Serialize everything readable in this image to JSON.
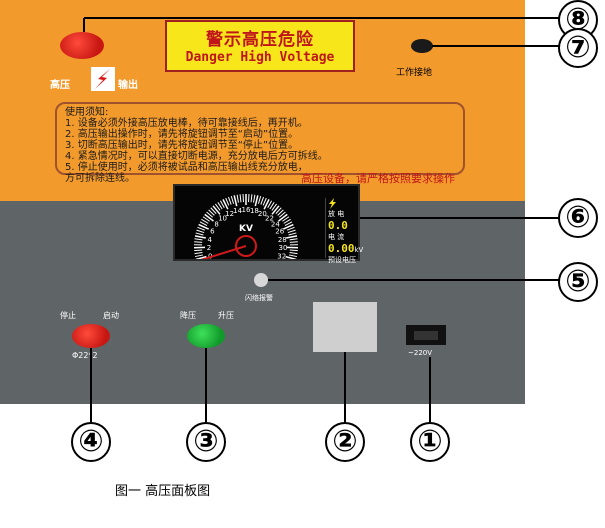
{
  "warning": {
    "title": "警示高压危险",
    "subtitle": "Danger High Voltage"
  },
  "labels": {
    "high_voltage": "高压",
    "output": "输出",
    "ground": "工作接地",
    "flash": "闪络报警",
    "stop": "停止",
    "start": "启动",
    "fuse": "Φ22*2",
    "down": "降压",
    "up": "升压",
    "power": "~220V"
  },
  "notice": {
    "lines": [
      "使用须知:",
      "1. 设备必须外接高压放电棒，待可靠接线后，再开机。",
      "2. 高压输出操作时，请先将旋钮调节至“启动”位置。",
      "3. 切断高压输出时，请先将旋钮调节至“停止”位置。",
      "4. 紧急情况时，可以直接切断电源，充分放电后方可拆线。",
      "5. 停止使用时，必须将被试品和高压输出线充分放电，",
      "   方可拆除连线。"
    ],
    "red_line": "高压设备，请严格按照要求操作"
  },
  "meter": {
    "unit": "KV",
    "ticks": [
      "0",
      "2",
      "4",
      "6",
      "8",
      "10",
      "12",
      "14",
      "16",
      "18",
      "20",
      "22",
      "24",
      "26",
      "28",
      "30",
      "32"
    ],
    "max": 32,
    "needle_value": 0,
    "discharge_label": "放 电",
    "current_label": "电 流",
    "preset_label": "预设电压",
    "current_value": "0.0",
    "preset_value": "0.00",
    "preset_unit": "kV"
  },
  "callouts": [
    "⑧",
    "⑦",
    "⑥",
    "⑤",
    "④",
    "③",
    "②",
    "①"
  ],
  "caption": "图一 高压面板图",
  "colors": {
    "panel_orange": "#f39a2c",
    "panel_grey": "#5f6467",
    "warning_yellow": "#f7e71a",
    "warning_red": "#c0161b"
  }
}
